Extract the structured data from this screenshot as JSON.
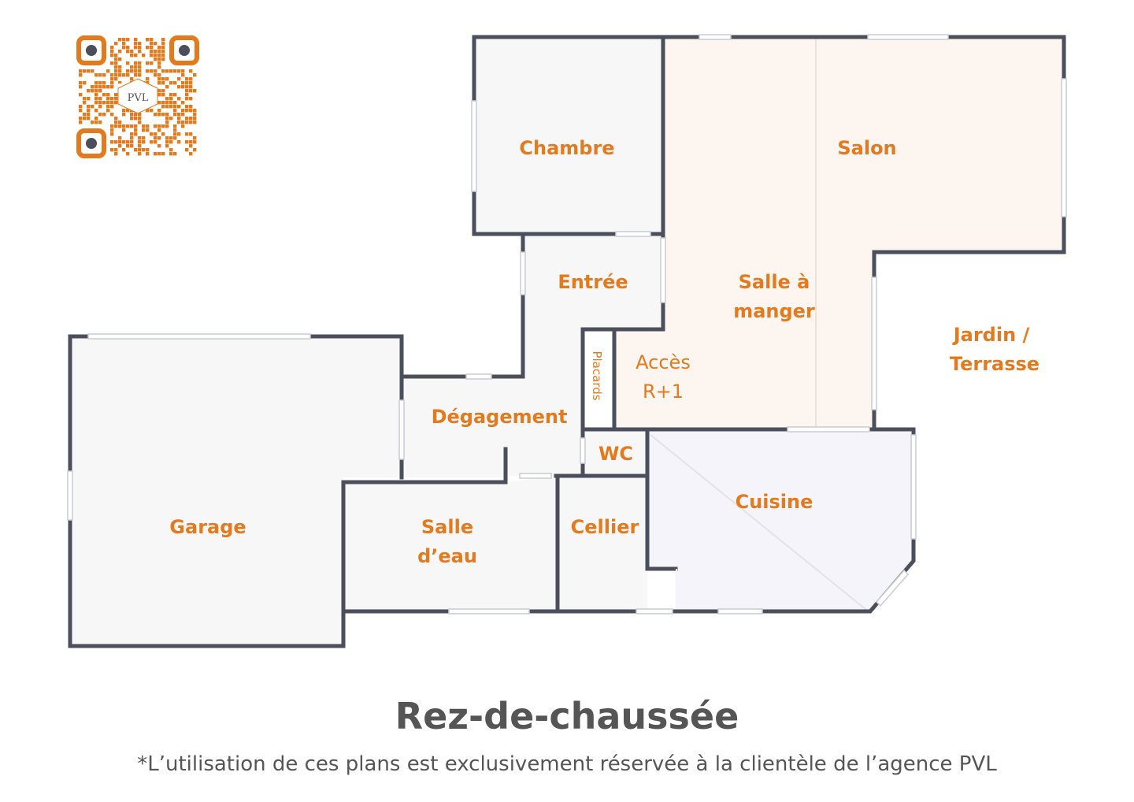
{
  "colors": {
    "accent": "#E47A1E",
    "wall": "#4B4F5C",
    "floor_grey": "#F7F7F7",
    "floor_warm": "#FCF5F0",
    "floor_kitchen": "#F4F4FA",
    "text_grey": "#555555"
  },
  "logo": {
    "text": "PVL",
    "icon": "qr-code-icon"
  },
  "rooms": {
    "chambre": "Chambre",
    "salon": "Salon",
    "entree": "Entrée",
    "salle_a_manger_1": "Salle à",
    "salle_a_manger_2": "manger",
    "jardin_1": "Jardin /",
    "jardin_2": "Terrasse",
    "placards": "Placards",
    "acces_1": "Accès",
    "acces_2": "R+1",
    "degagement": "Dégagement",
    "wc": "WC",
    "cuisine": "Cuisine",
    "garage": "Garage",
    "salle_eau_1": "Salle",
    "salle_eau_2": "d’eau",
    "cellier": "Cellier"
  },
  "title": "Rez-de-chaussée",
  "note": "*L’utilisation de ces plans est exclusivement réservée à la clientèle de l’agence PVL"
}
